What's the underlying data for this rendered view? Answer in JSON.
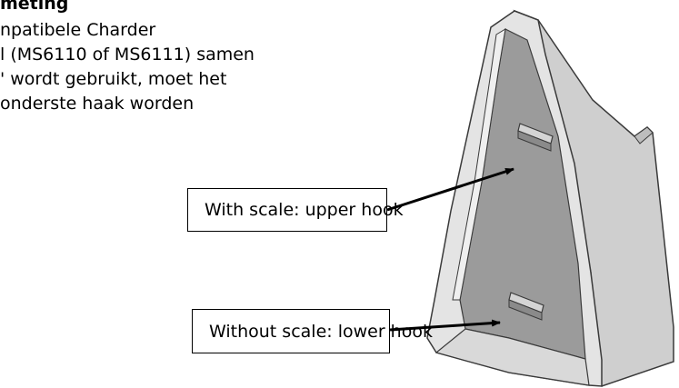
{
  "section": {
    "heading": "meting",
    "paragraph_lines": [
      "npatibele Charder",
      "l (MS6110 of MS6111) samen",
      "' wordt gebruikt, moet het",
      " onderste haak worden"
    ]
  },
  "callouts": {
    "upper": "With scale: upper hook",
    "lower": "Without scale: lower hook"
  },
  "colors": {
    "background": "#ffffff",
    "outline": "#3a3a3a",
    "body_light": "#e2e2e2",
    "body_side": "#c9c9c9",
    "inner_panel": "#9a9a9a",
    "hook_fill": "#d4d4d4",
    "arrow": "#000000"
  }
}
